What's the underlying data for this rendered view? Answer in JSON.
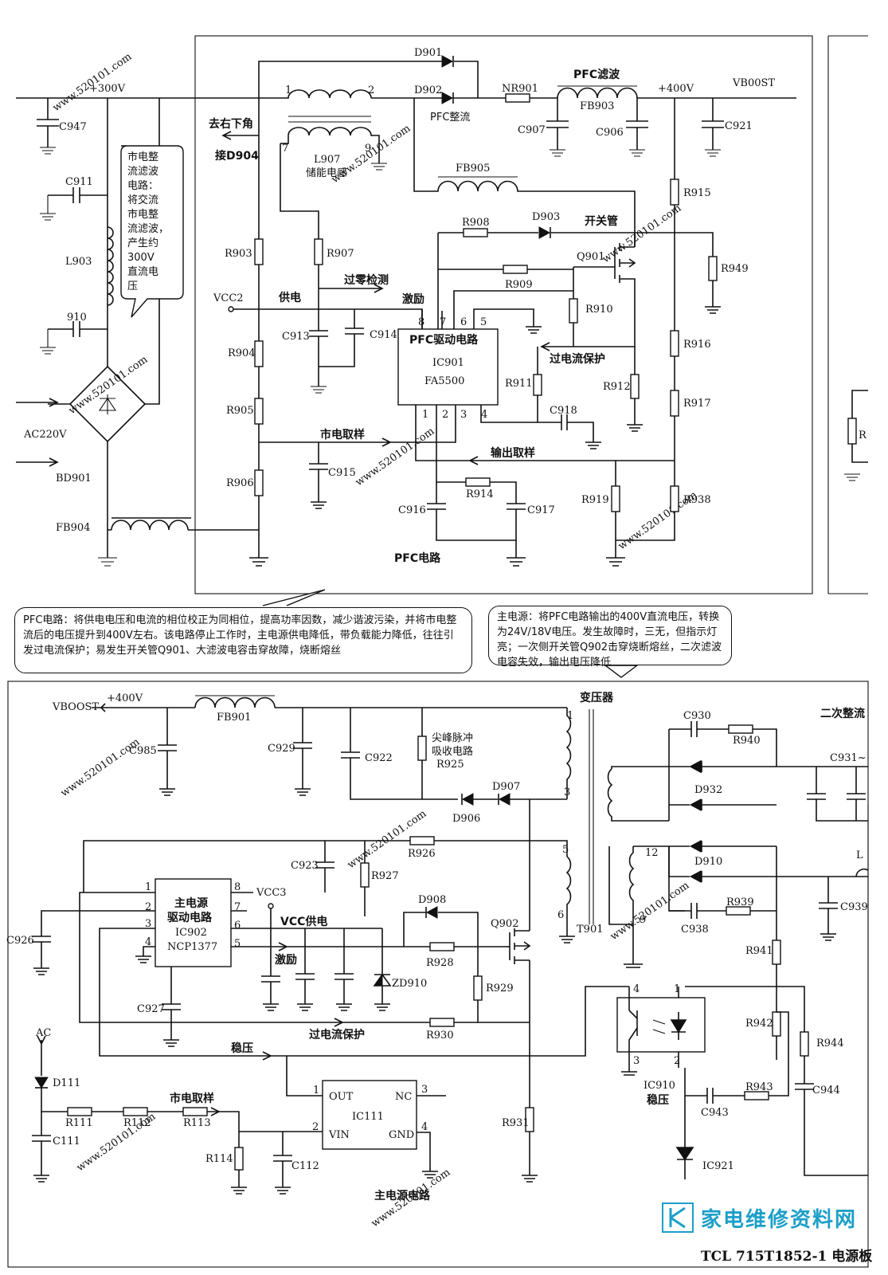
{
  "labels": {
    "plus300v": "+300V",
    "c947": "C947",
    "c911": "C911",
    "l903": "L903",
    "c910": "910",
    "ac220v": "AC220V",
    "bd901": "BD901",
    "fb904": "FB904",
    "rect_note": [
      "市电整",
      "流滤波",
      "电路：",
      "将交流",
      "市电整",
      "流滤波，",
      "产生约",
      "300V",
      "直流电",
      "压"
    ],
    "d901": "D901",
    "d902": "D902",
    "pfc_rect": "PFC整流",
    "nr901": "NR901",
    "pfc_filter": "PFC滤波",
    "fb903": "FB903",
    "plus400v": "+400V",
    "vboost_top": "VB00ST",
    "c907": "C907",
    "c906": "C906",
    "c921": "C921",
    "to_bottom_right": "去右下角",
    "to_d904": "接D904",
    "pin1": "1",
    "pin2": "2",
    "pin7": "7",
    "pin9": "9",
    "l907": "L907",
    "storage_inductor": "储能电感",
    "fb905": "FB905",
    "r908": "R908",
    "d903": "D903",
    "switch_tube": "开关管",
    "q901": "Q901",
    "r949": "R949",
    "r903": "R903",
    "r907": "R907",
    "zero_detect": "过零检测",
    "r909": "R909",
    "vcc2": "VCC2",
    "supply": "供电",
    "excite": "激励",
    "r910": "R910",
    "c913": "C913",
    "c914": "C914",
    "ic901_name": "PFC驱动电路",
    "ic901": "IC901",
    "fa5500": "FA5500",
    "r915": "R915",
    "r904": "R904",
    "overcurrent": "过电流保护",
    "r916": "R916",
    "r911": "R911",
    "r912": "R912",
    "r905": "R905",
    "c918": "C918",
    "r917": "R917",
    "mains_sample": "市电取样",
    "output_sample": "输出取样",
    "c915": "C915",
    "r906": "R906",
    "r914": "R914",
    "c916": "C916",
    "c917": "C917",
    "r919": "R919",
    "r938": "R938",
    "pfc_circuit": "PFC电路",
    "r_right": "R",
    "vboost": "VBOOST",
    "fb901": "FB901",
    "transformer": "变压器",
    "secondary_rect": "二次整流",
    "c985": "C985",
    "c929": "C929",
    "c922": "C922",
    "spike_absorb": "尖峰脉冲",
    "absorb_circuit": "吸收电路",
    "r925": "R925",
    "c930": "C930",
    "r940": "R940",
    "c931": "C931~",
    "d932": "D932",
    "d907": "D907",
    "d906": "D906",
    "r926": "R926",
    "c923": "C923",
    "r927": "R927",
    "d910": "D910",
    "l_right": "L",
    "p5": "5",
    "p6": "6",
    "p3": "3",
    "p12": "12",
    "p9": "9",
    "main_ic_name1": "主电源",
    "main_ic_name2": "驱动电路",
    "ic902": "IC902",
    "ncp1377": "NCP1377",
    "vcc3": "VCC3",
    "vcc_supply": "VCC供电",
    "d908": "D908",
    "q902": "Q902",
    "t901": "T901",
    "c939": "C939",
    "r939": "R939",
    "c938": "C938",
    "c926": "C926",
    "excite2": "激励",
    "r928": "R928",
    "zd910": "ZD910",
    "r929": "R929",
    "r941": "R941",
    "c927": "C927",
    "r930": "R930",
    "overcurrent2": "过电流保护",
    "r942": "R942",
    "regulate": "稳压",
    "ac": "AC",
    "d111": "D111",
    "out": "OUT",
    "nc": "NC",
    "ic111": "IC111",
    "vin": "VIN",
    "gnd": "GND",
    "ic910": "IC910",
    "regulate2": "稳压",
    "r944": "R944",
    "c944": "C944",
    "c943": "C943",
    "r943": "R943",
    "mains_sample2": "市电取样",
    "r111": "R111",
    "r112": "R112",
    "r113": "R113",
    "c111": "C111",
    "r931": "R931",
    "r114": "R114",
    "c112": "C112",
    "ic921": "IC921",
    "main_power_circuit": "主电源电路"
  },
  "callouts": {
    "pfc": "PFC电路：将供电电压和电流的相位校正为同相位，提高功率因数，减少谐波污染，并将市电整流后的电压提升到400V左右。该电路停止工作时，主电源供电降低，带负载能力降低，往往引发过电流保护；易发生开关管Q901、大滤波电容击穿故障，烧断熔丝",
    "main": "主电源：将PFC电路输出的400V直流电压，转换为24V/18V电压。发生故障时，三无，但指示灯亮；一次侧开关管Q902击穿烧断熔丝，二次滤波电容失效，输出电压降低"
  },
  "logo": {
    "text": "家电维修资料网",
    "color": "#1d9fc9"
  },
  "board_title": "TCL 715T1852-1 电源板",
  "watermark": "www.520101.com"
}
